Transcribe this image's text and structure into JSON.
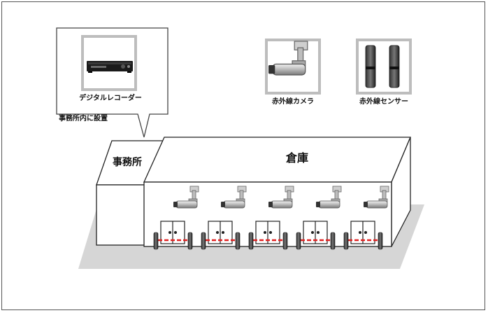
{
  "callout": {
    "device_label": "デジタルレコーダー",
    "location_note": "事務所内に設置"
  },
  "legend": {
    "camera_label": "赤外線カメラ",
    "sensor_label": "赤外線センサー"
  },
  "buildings": {
    "office_label": "事務所",
    "warehouse_label": "倉庫"
  },
  "bays": [
    {
      "camera": "ir-camera",
      "sensor_beam": "red-dashed"
    },
    {
      "camera": "ir-camera",
      "sensor_beam": "red-dashed"
    },
    {
      "camera": "ir-camera",
      "sensor_beam": "red-dashed"
    },
    {
      "camera": "ir-camera",
      "sensor_beam": "red-dashed"
    },
    {
      "camera": "ir-camera",
      "sensor_beam": "red-dashed"
    }
  ],
  "colors": {
    "beam": "#e02020",
    "ground": "#d6d6d6",
    "outline": "#222222"
  },
  "icons": [
    "dvr-icon",
    "ir-camera-icon",
    "ir-sensor-icon",
    "door-icon"
  ]
}
